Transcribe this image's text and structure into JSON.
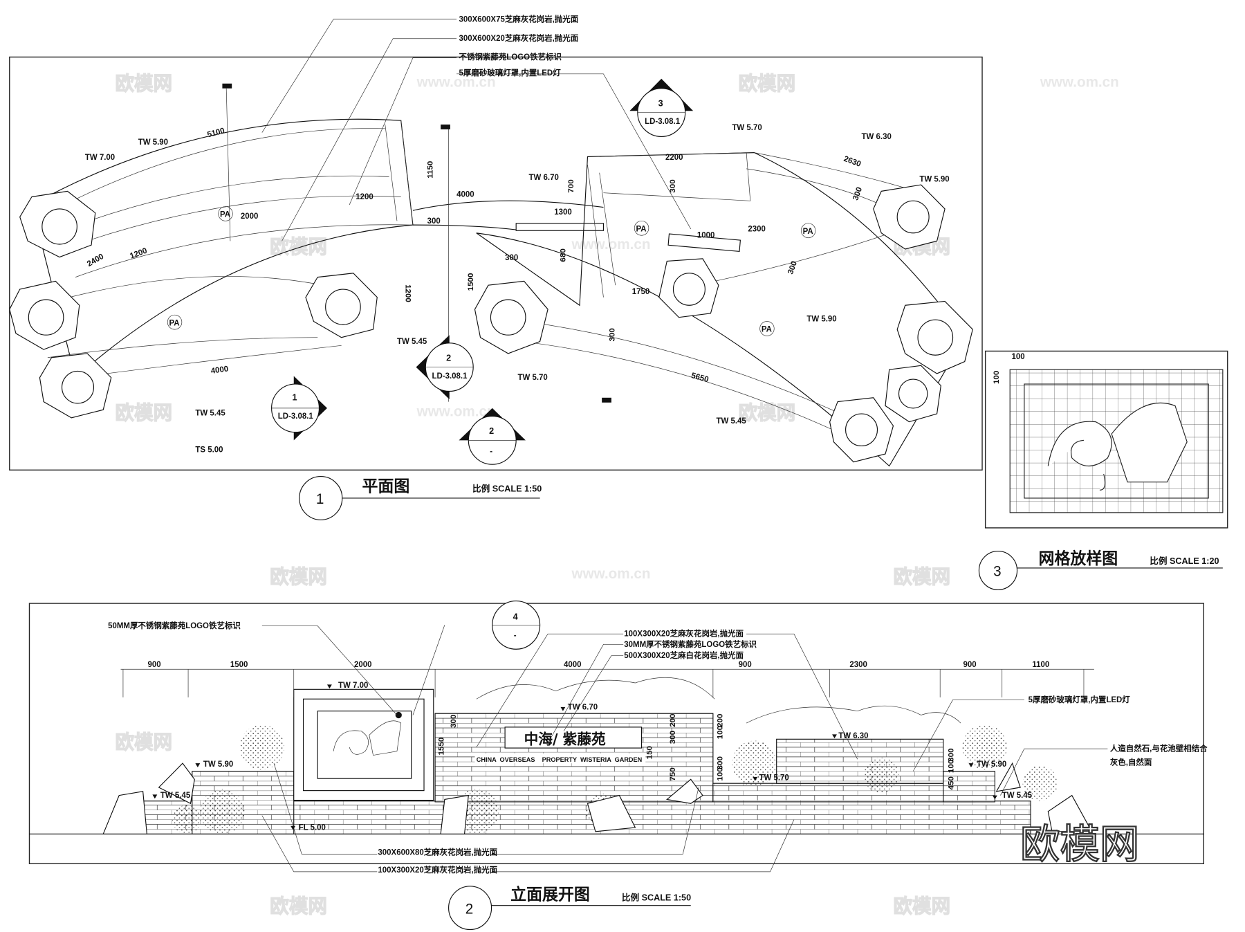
{
  "watermarks": {
    "logo": "欧模网",
    "url": "www.om.cn"
  },
  "plan": {
    "callouts": [
      "300X600X75芝麻灰花岗岩,抛光面",
      "300X600X20芝麻灰花岗岩,抛光面",
      "不锈钢紫藤苑LOGO铁艺标识",
      "5厚磨砂玻璃灯罩,内置LED灯"
    ],
    "levels": [
      "TW 5.90",
      "TW 7.00",
      "TW 6.70",
      "TW 5.70",
      "TW 6.30",
      "TW 5.90",
      "TW 5.45",
      "TW 5.90",
      "TW 5.70",
      "TW 5.45",
      "TS 5.00",
      "TW 5.45"
    ],
    "dims": [
      "5100",
      "1150",
      "4000",
      "1200",
      "2000",
      "300",
      "1300",
      "2200",
      "700",
      "300",
      "2300",
      "1000",
      "2630",
      "300",
      "300",
      "2400",
      "1200",
      "1200",
      "1500",
      "300",
      "680",
      "1750",
      "300",
      "4000",
      "5650"
    ],
    "pa_label": "PA",
    "sections": [
      {
        "num": "1",
        "ref": "LD-3.08.1"
      },
      {
        "num": "2",
        "ref": "LD-3.08.1"
      },
      {
        "num": "3",
        "ref": "LD-3.08.1"
      },
      {
        "num": "2",
        "ref": "-"
      }
    ],
    "number": "1",
    "title": "平面图",
    "scale": "比例 SCALE 1:50"
  },
  "grid_detail": {
    "dims": [
      "100",
      "100"
    ],
    "number": "3",
    "title": "网格放样图",
    "scale": "比例 SCALE 1:20"
  },
  "elevation": {
    "callouts_top": [
      "50MM厚不锈钢紫藤苑LOGO铁艺标识",
      "100X300X20芝麻灰花岗岩,抛光面",
      "30MM厚不锈钢紫藤苑LOGO铁艺标识",
      "500X300X20芝麻白花岗岩,抛光面",
      "5厚磨砂玻璃灯罩,内置LED灯"
    ],
    "stone_note": [
      "人造自然石,与花池壁相结合",
      "灰色,自然面"
    ],
    "callouts_bottom": [
      "300X600X80芝麻灰花岗岩,抛光面",
      "100X300X20芝麻灰花岗岩,抛光面"
    ],
    "detail_marker": {
      "num": "4",
      "ref": "-"
    },
    "dims_top": [
      "900",
      "1500",
      "2000",
      "4000",
      "900",
      "2300",
      "900",
      "1100"
    ],
    "dims_vertical": [
      "300",
      "1550",
      "200",
      "300",
      "150",
      "750",
      "200",
      "100",
      "300",
      "100",
      "300",
      "100",
      "450"
    ],
    "levels": [
      "TW 7.00",
      "TW 6.70",
      "TW 6.30",
      "TW 5.90",
      "TW 5.45",
      "TW 5.70",
      "TW 5.90",
      "TW 5.45",
      "FL 5.00"
    ],
    "sign_cn": "中海/ 紫藤苑",
    "sign_en": "CHINA  OVERSEAS    PROPERTY  WISTERIA  GARDEN",
    "number": "2",
    "title": "立面展开图",
    "scale": "比例 SCALE 1:50"
  }
}
